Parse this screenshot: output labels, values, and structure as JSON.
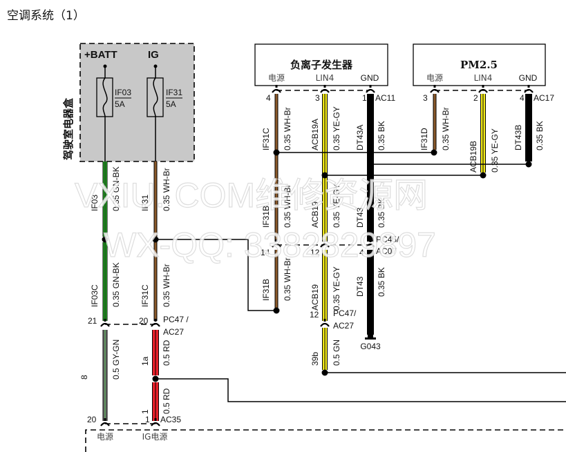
{
  "title": "空调系统（1）",
  "watermark": {
    "line1": "VXIU. COM维修资源网",
    "line2": "WX-QQ: 3382829897"
  },
  "fuse_box": {
    "name": "驾驶室电器盒",
    "supplies": [
      {
        "label": "+BATT",
        "fuse": "IF03",
        "rating": "5A"
      },
      {
        "label": "IG",
        "fuse": "IF31",
        "rating": "5A"
      }
    ]
  },
  "components": [
    {
      "name": "负离子发生器",
      "connector": "AC11",
      "pins": [
        {
          "label": "电源",
          "pin": "4"
        },
        {
          "label": "LIN4",
          "pin": "3"
        },
        {
          "label": "GND",
          "pin": "1"
        }
      ]
    },
    {
      "name": "PM2.5",
      "connector": "AC17",
      "pins": [
        {
          "label": "电源",
          "pin": "3"
        },
        {
          "label": "LIN4",
          "pin": "2"
        },
        {
          "label": "GND",
          "pin": "4"
        }
      ]
    }
  ],
  "wires": {
    "if03": {
      "circuit": "IF03",
      "spec": "0.35 GN-BK",
      "color": "#2bb02b"
    },
    "if03c": {
      "circuit": "IF03C",
      "spec": "0.35 GN-BK",
      "color": "#2bb02b"
    },
    "if31": {
      "circuit": "IF31",
      "spec": "0.35 WH-Br",
      "color": "#8b5a2b"
    },
    "if31c_left": {
      "circuit": "IF31C",
      "spec": "0.35 WH-Br",
      "color": "#8b5a2b"
    },
    "if31c": {
      "circuit": "IF31C",
      "spec": "0.35 WH-Br",
      "color": "#8b5a2b"
    },
    "acb19a": {
      "circuit": "ACB19A",
      "spec": "0.35 YE-GY",
      "color": "#f2ea1a"
    },
    "dt43a": {
      "circuit": "DT43A",
      "spec": "0.35 BK",
      "color": "#000000"
    },
    "if31d": {
      "circuit": "IF31D",
      "spec": "0.35 WH-Br",
      "color": "#8b5a2b"
    },
    "acb19b": {
      "circuit": "ACB19B",
      "spec": "0.35 YE-GY",
      "color": "#f2ea1a"
    },
    "dt43b": {
      "circuit": "DT43B",
      "spec": "0.35 BK",
      "color": "#000000"
    },
    "if31b_up": {
      "circuit": "IF31B",
      "spec": "0.35 WH-Br",
      "color": "#8b5a2b"
    },
    "acb19_up": {
      "circuit": "ACB19",
      "spec": "0.35 YE-GY",
      "color": "#f2ea1a"
    },
    "dt43_up": {
      "circuit": "DT43",
      "spec": "0.35 BK",
      "color": "#000000"
    },
    "if31b_dn": {
      "circuit": "IF31B",
      "spec": "0.35 WH-Br",
      "color": "#8b5a2b"
    },
    "acb19_dn": {
      "circuit": "ACB19",
      "spec": "0.35 YE-GY",
      "color": "#f2ea1a"
    },
    "dt43_dn": {
      "circuit": "DT43",
      "spec": "0.35 BK",
      "color": "#000000"
    },
    "gn_39b": {
      "circuit": "39b",
      "spec": "0.5 GN",
      "color": "#f2ea1a"
    },
    "gy_gn": {
      "circuit": "8",
      "spec": "0.5 GY-GN",
      "color": "#6e6e6e"
    },
    "rd_1a": {
      "circuit": "1a",
      "spec": "0.5 RD",
      "color": "#e8202a"
    },
    "rd_1": {
      "circuit": "1",
      "spec": "0.5 RD",
      "color": "#e8202a"
    }
  },
  "connectors": {
    "pc45": {
      "name": "PC45/",
      "name2": "AC07",
      "pins": [
        "14",
        "12",
        "4"
      ]
    },
    "pc47_left": {
      "name": "PC47 /",
      "name2": "AC27",
      "pins": [
        "21",
        "20"
      ]
    },
    "pc47_mid": {
      "name": "PC47/",
      "name2": "AC27",
      "pin": "12"
    },
    "ac35": {
      "name": "AC35",
      "pins": [
        "20",
        "1"
      ],
      "labels": [
        "电源",
        "IG电源"
      ]
    }
  },
  "ground": {
    "name": "G043"
  }
}
